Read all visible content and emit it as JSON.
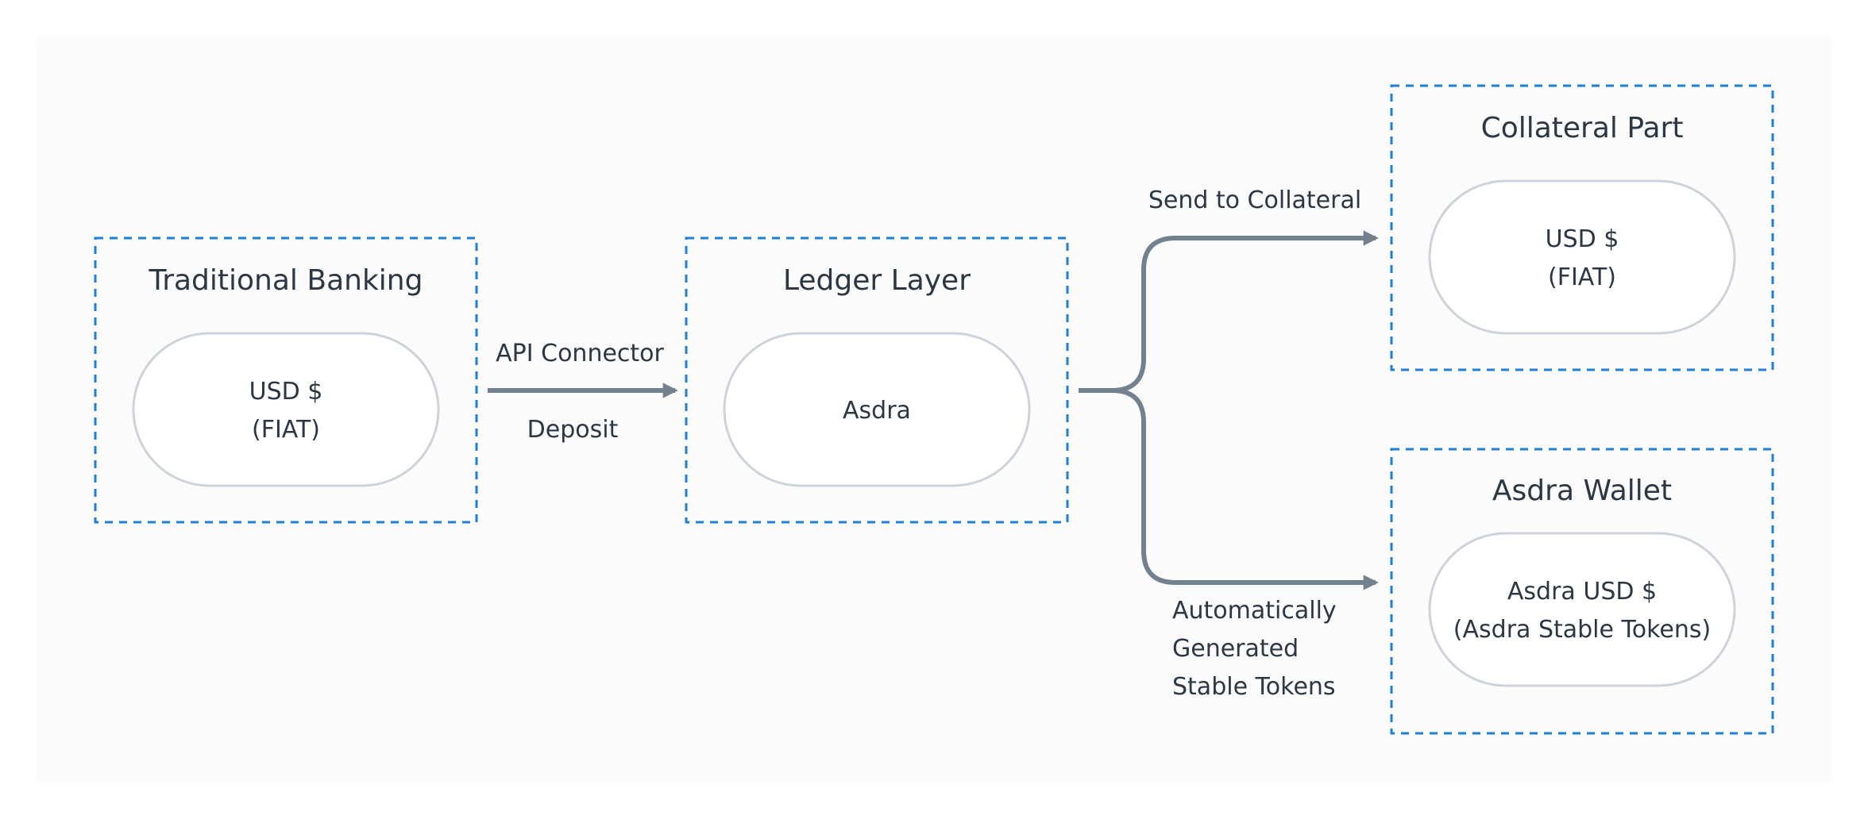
{
  "colors": {
    "group_border": "#1e7fd8",
    "node_border": "#cdd3da",
    "arrow": "#728190",
    "text": "#2b3744"
  },
  "groups": {
    "traditional_banking": {
      "title": "Traditional Banking"
    },
    "ledger_layer": {
      "title": "Ledger Layer"
    },
    "collateral_part": {
      "title": "Collateral Part"
    },
    "asdra_wallet": {
      "title": "Asdra Wallet"
    }
  },
  "nodes": {
    "banking_usd": {
      "line1": "USD $",
      "line2": "(FIAT)"
    },
    "asdra": {
      "line1": "Asdra"
    },
    "collateral_usd": {
      "line1": "USD $",
      "line2": "(FIAT)"
    },
    "wallet_usd": {
      "line1": "Asdra USD $",
      "line2": "(Asdra Stable Tokens)"
    }
  },
  "edges": {
    "api": {
      "label_top": "API Connector",
      "label_bottom": "Deposit"
    },
    "collateral": {
      "label": "Send to Collateral"
    },
    "stable": {
      "line1": "Automatically",
      "line2": "Generated",
      "line3": "Stable Tokens"
    }
  }
}
